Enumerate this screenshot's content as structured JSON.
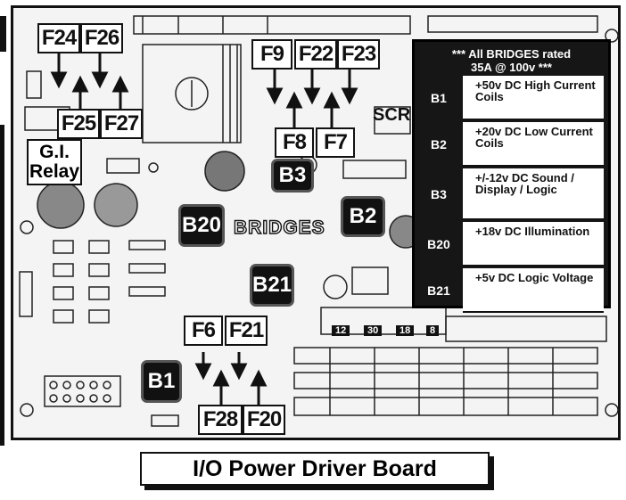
{
  "board": {
    "caption": "I/O Power Driver Board",
    "relay_label_line1": "G.I.",
    "relay_label_line2": "Relay",
    "bridge_word": "BRIDGES",
    "silk_f": "SCR",
    "connector_texts": [
      "12",
      "30",
      "18",
      "8"
    ]
  },
  "fuses": {
    "f24": "F24",
    "f26": "F26",
    "f25": "F25",
    "f27": "F27",
    "f9": "F9",
    "f22": "F22",
    "f23": "F23",
    "f8": "F8",
    "f7": "F7",
    "f6": "F6",
    "f21": "F21",
    "f28": "F28",
    "f20": "F20"
  },
  "bridges": {
    "b1": "B1",
    "b2": "B2",
    "b3": "B3",
    "b20": "B20",
    "b21": "B21"
  },
  "legend": {
    "header_line1": "*** All BRIDGES rated",
    "header_line2": "35A @ 100v ***",
    "rows": [
      {
        "id": "B1",
        "desc": "+50v DC High Current Coils"
      },
      {
        "id": "B2",
        "desc": "+20v DC Low Current Coils"
      },
      {
        "id": "B3",
        "desc": "+/-12v DC Sound / Display / Logic"
      },
      {
        "id": "B20",
        "desc": "+18v DC Illumination"
      },
      {
        "id": "B21",
        "desc": "+5v DC Logic Voltage"
      }
    ]
  }
}
